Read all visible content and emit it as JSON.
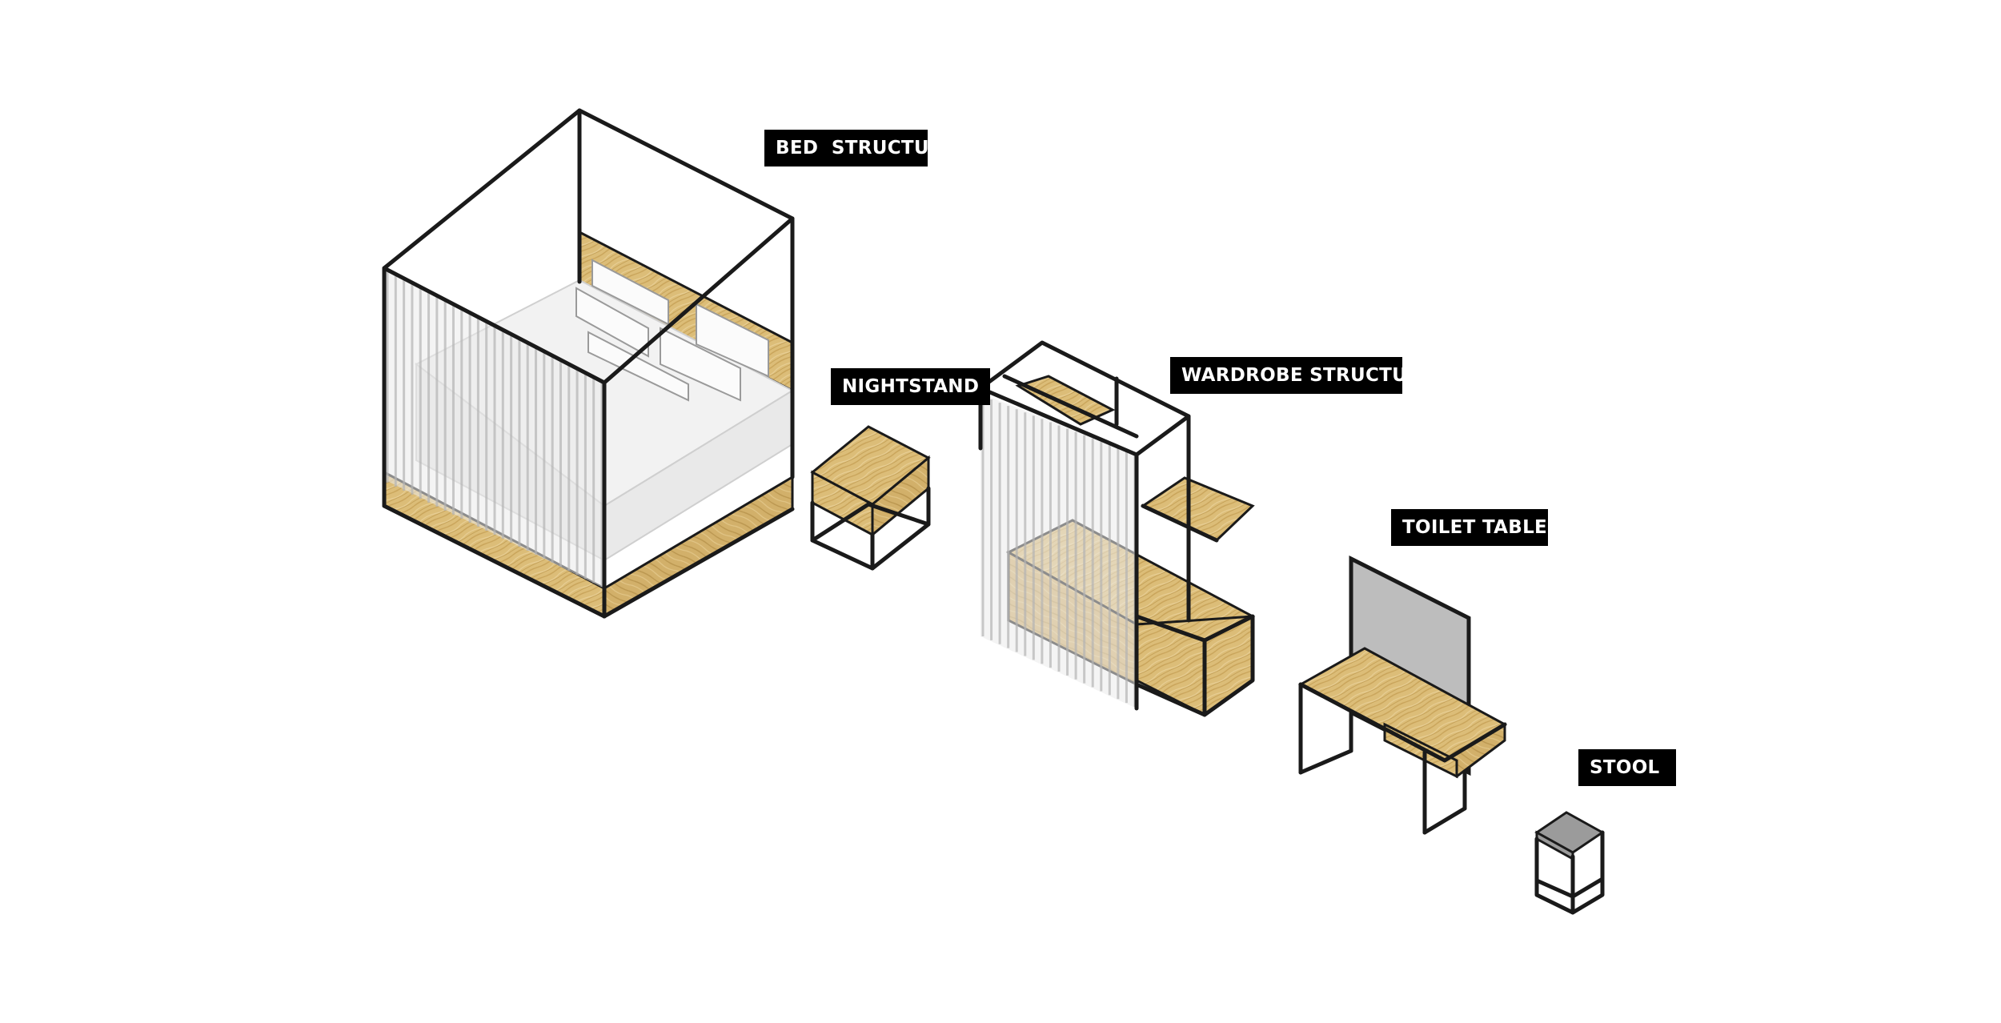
{
  "labels": {
    "bed": "BED  STRUCTURE",
    "nightstand": "NIGHTSTAND",
    "wardrobe": "WARDROBE STRUCTURE",
    "toilet_table": "TOILET TABLE",
    "stool": "STOOL"
  },
  "colors": {
    "background": "#ffffff",
    "frame": "#1a1a1a",
    "wood": "#d9b871",
    "label_bg": "#000000",
    "label_text": "#ffffff",
    "mirror": "#bdbdbd",
    "cushion": "#9b9b9b"
  }
}
